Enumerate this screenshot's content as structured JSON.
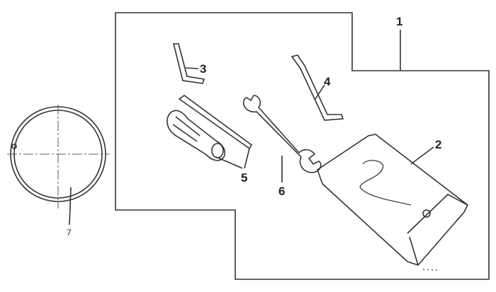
{
  "diagram": {
    "callouts": [
      {
        "id": "1",
        "label": "1"
      },
      {
        "id": "2",
        "label": "2"
      },
      {
        "id": "3",
        "label": "3"
      },
      {
        "id": "4",
        "label": "4"
      },
      {
        "id": "5",
        "label": "5"
      },
      {
        "id": "6",
        "label": "6"
      },
      {
        "id": "7",
        "label": "7"
      }
    ],
    "line_color": "#333333"
  }
}
